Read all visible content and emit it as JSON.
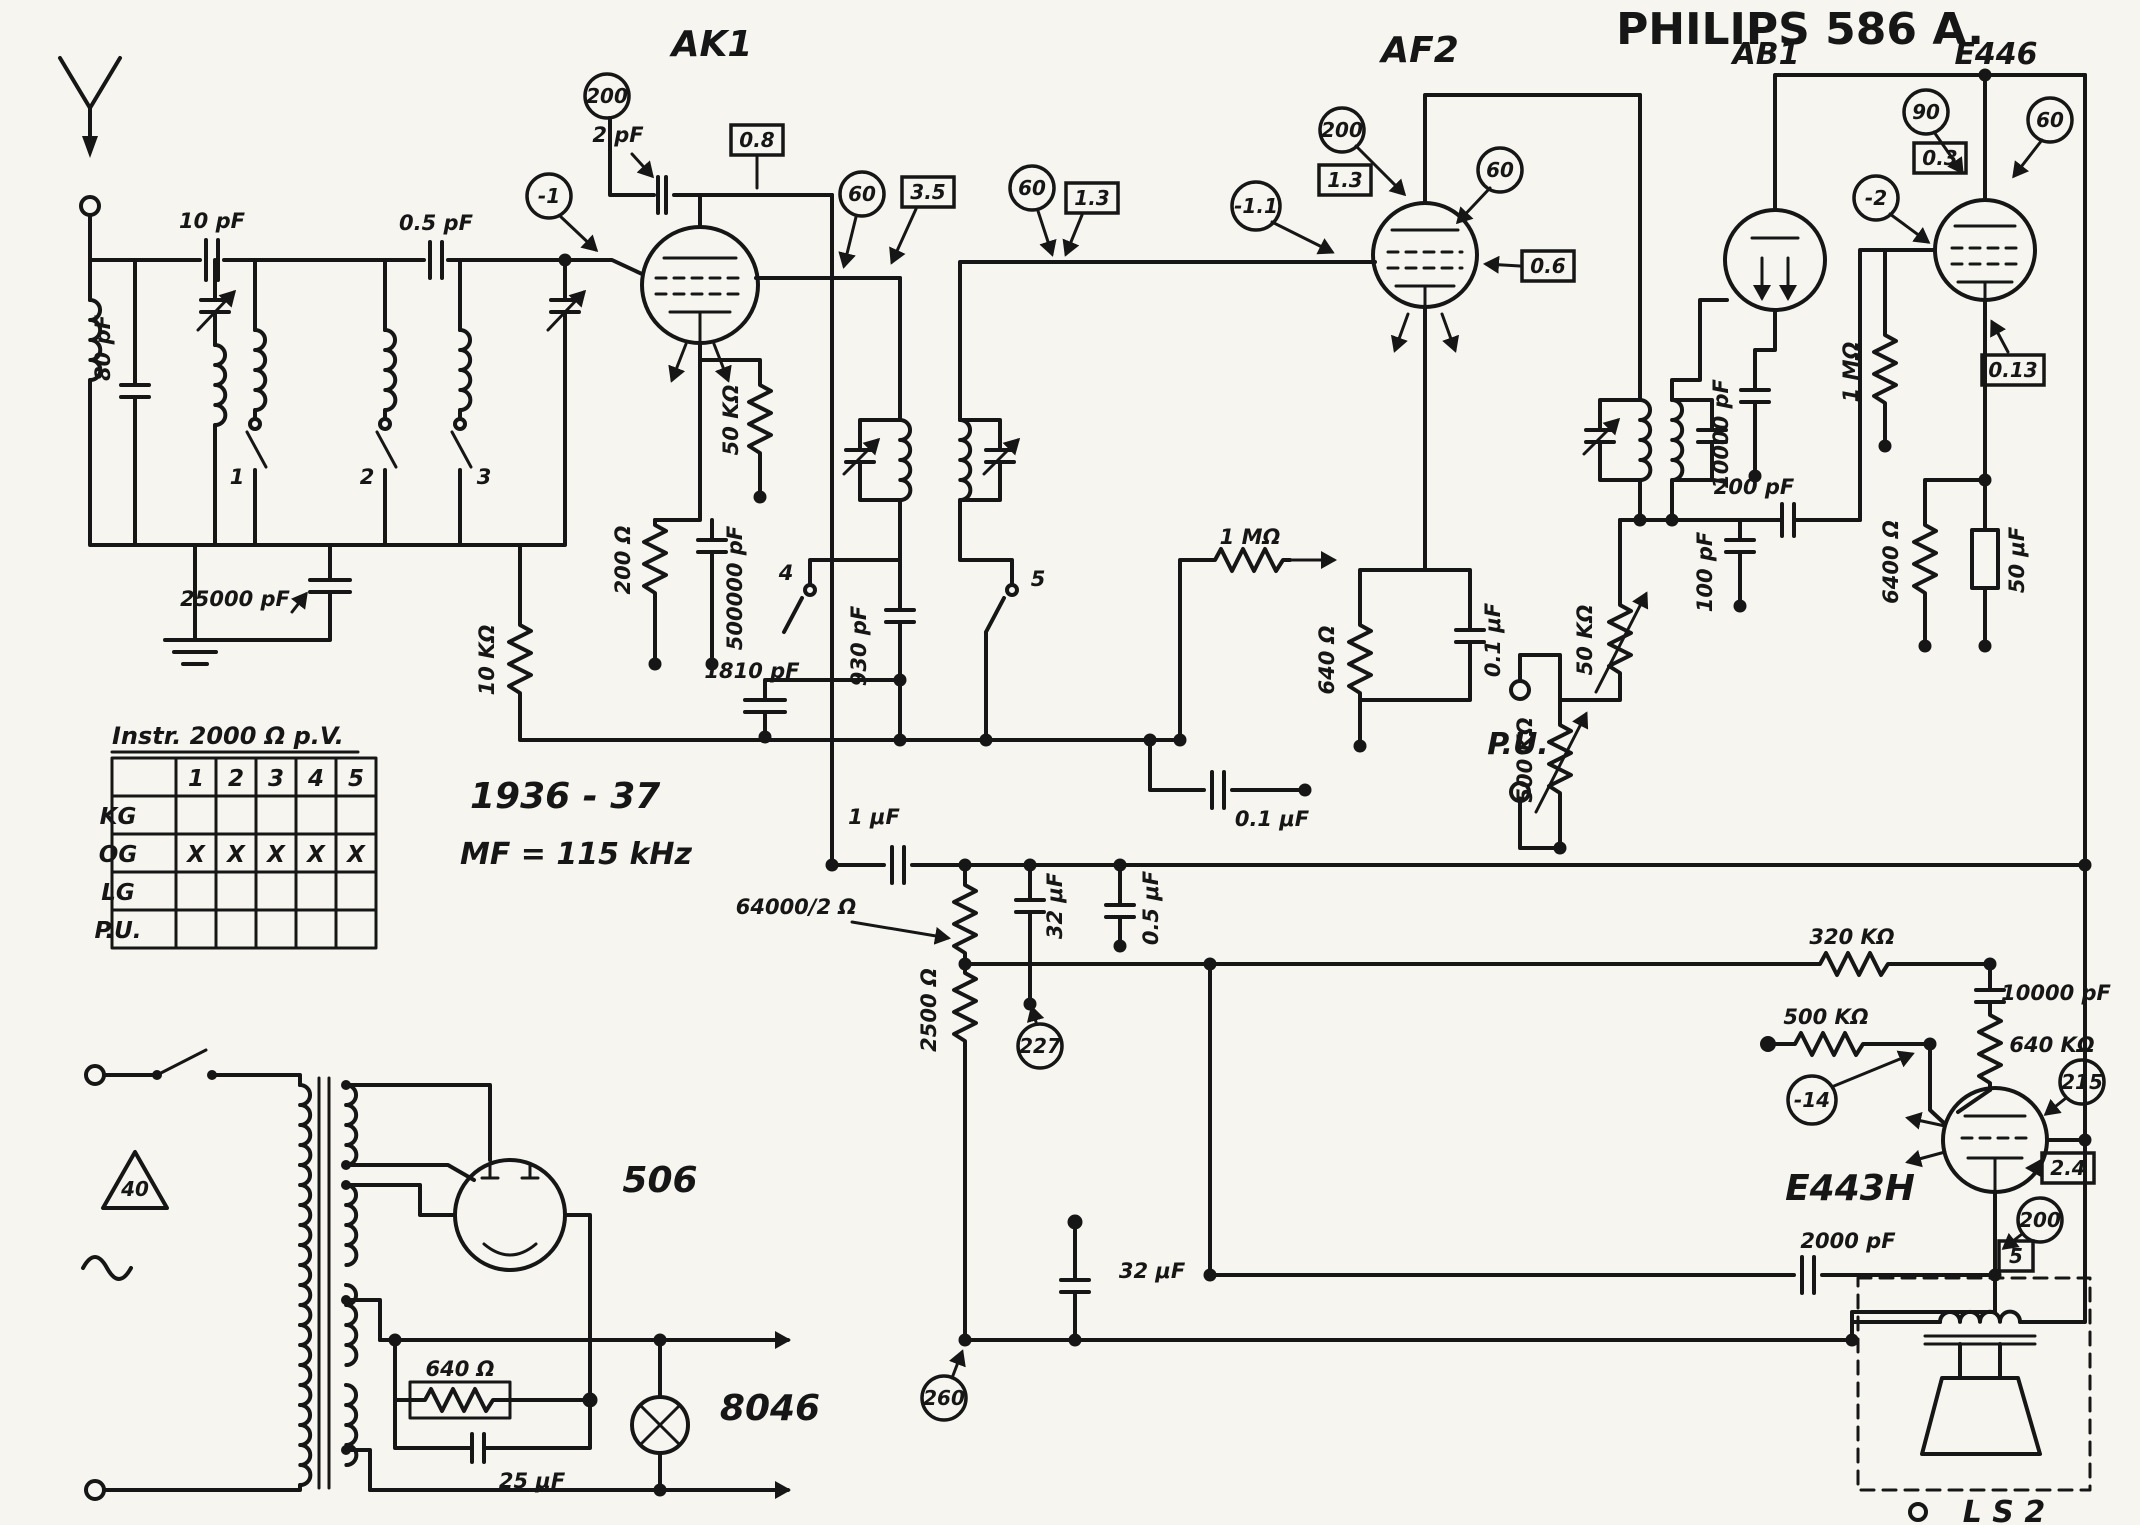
{
  "colors": {
    "ink": "#161616",
    "paper": "#f6f5f0"
  },
  "labels": {
    "title": "PHILIPS 586 A.",
    "tubes": {
      "ak1": "AK1",
      "af2": "AF2",
      "ab1": "AB1",
      "e446": "E446",
      "e443h": "E443H",
      "rectifier": "506",
      "lamp": "8046",
      "speaker": "L S 2"
    },
    "notes": {
      "instr": "Instr. 2000 Ω p.V.",
      "year": "1936 - 37",
      "mf": "MF = 115 kHz",
      "pu": "P.U.",
      "mains_triangle": "40"
    },
    "components": {
      "c2pf": "2 pF",
      "c10pf": "10 pF",
      "c05pf": "0.5 pF",
      "c80pf": "80 pF",
      "c25000pf": "25000 pF",
      "r50k_ak1": "50 KΩ",
      "r200": "200 Ω",
      "c500000pf": "500000 pF",
      "c1810pf": "1810 pF",
      "c930pf": "930 pF",
      "r10k": "10 KΩ",
      "c1uf": "1 μF",
      "r64000": "64000/2 Ω",
      "c32uf_if": "32 μF",
      "c05uf": "0.5 μF",
      "r2500": "2500 Ω",
      "r1m_det": "1 MΩ",
      "r640_af2": "640 Ω",
      "c01uf_cath": "0.1 μF",
      "c01uf_avc": "0.1 μF",
      "r50k_if": "50 KΩ",
      "r500k_det": "500 KΩ",
      "c100pf": "100 pF",
      "c200pf": "200 pF",
      "c10000pf_ab1": "10000 pF",
      "r1m_e446": "1 MΩ",
      "r6400": "6400 Ω",
      "c50uf": "50 μF",
      "r320k": "320 KΩ",
      "r500k_af": "500 KΩ",
      "c10000pf_af": "10000 pF",
      "r640k": "640 KΩ",
      "c2000pf": "2000 pF",
      "c32uf_out": "32 μF",
      "r640_bias": "640 Ω",
      "c25uf": "25 μF"
    },
    "measurements": {
      "ak1_grid1": "200",
      "ak1_anode": "60",
      "ak1_screen": "60",
      "ak1_bias": "-1",
      "af2_anode": "200",
      "af2_cath": "60",
      "af2_bias": "-1.1",
      "e446_anode": "90",
      "e446_supply": "60",
      "e446_bias": "-2",
      "e443_bias": "-14",
      "e443_anode": "215",
      "e443_cath": "200",
      "det_point": "227",
      "heater_point": "260"
    },
    "test_boxes": {
      "ak1_cap": "0.8",
      "ak1_i1": "3.5",
      "ak1_i2": "1.3",
      "af2_i": "1.3",
      "af2_cath": "0.6",
      "e446_i": "0.3",
      "e446_cath": "0.13",
      "e443_cath": "2.4",
      "e443_i": "5"
    },
    "switch_contacts": {
      "s1": "1",
      "s2": "2",
      "s3": "3",
      "s4": "4",
      "s5": "5"
    },
    "switch_table": {
      "columns": [
        "1",
        "2",
        "3",
        "4",
        "5"
      ],
      "rows": [
        {
          "label": "KG",
          "marks": [
            "",
            "",
            "",
            "",
            ""
          ]
        },
        {
          "label": "OG",
          "marks": [
            "X",
            "X",
            "X",
            "X",
            "X"
          ]
        },
        {
          "label": "LG",
          "marks": [
            "",
            "",
            "",
            "",
            ""
          ]
        },
        {
          "label": "P.U.",
          "marks": [
            "",
            "",
            "",
            "",
            ""
          ]
        }
      ]
    }
  }
}
